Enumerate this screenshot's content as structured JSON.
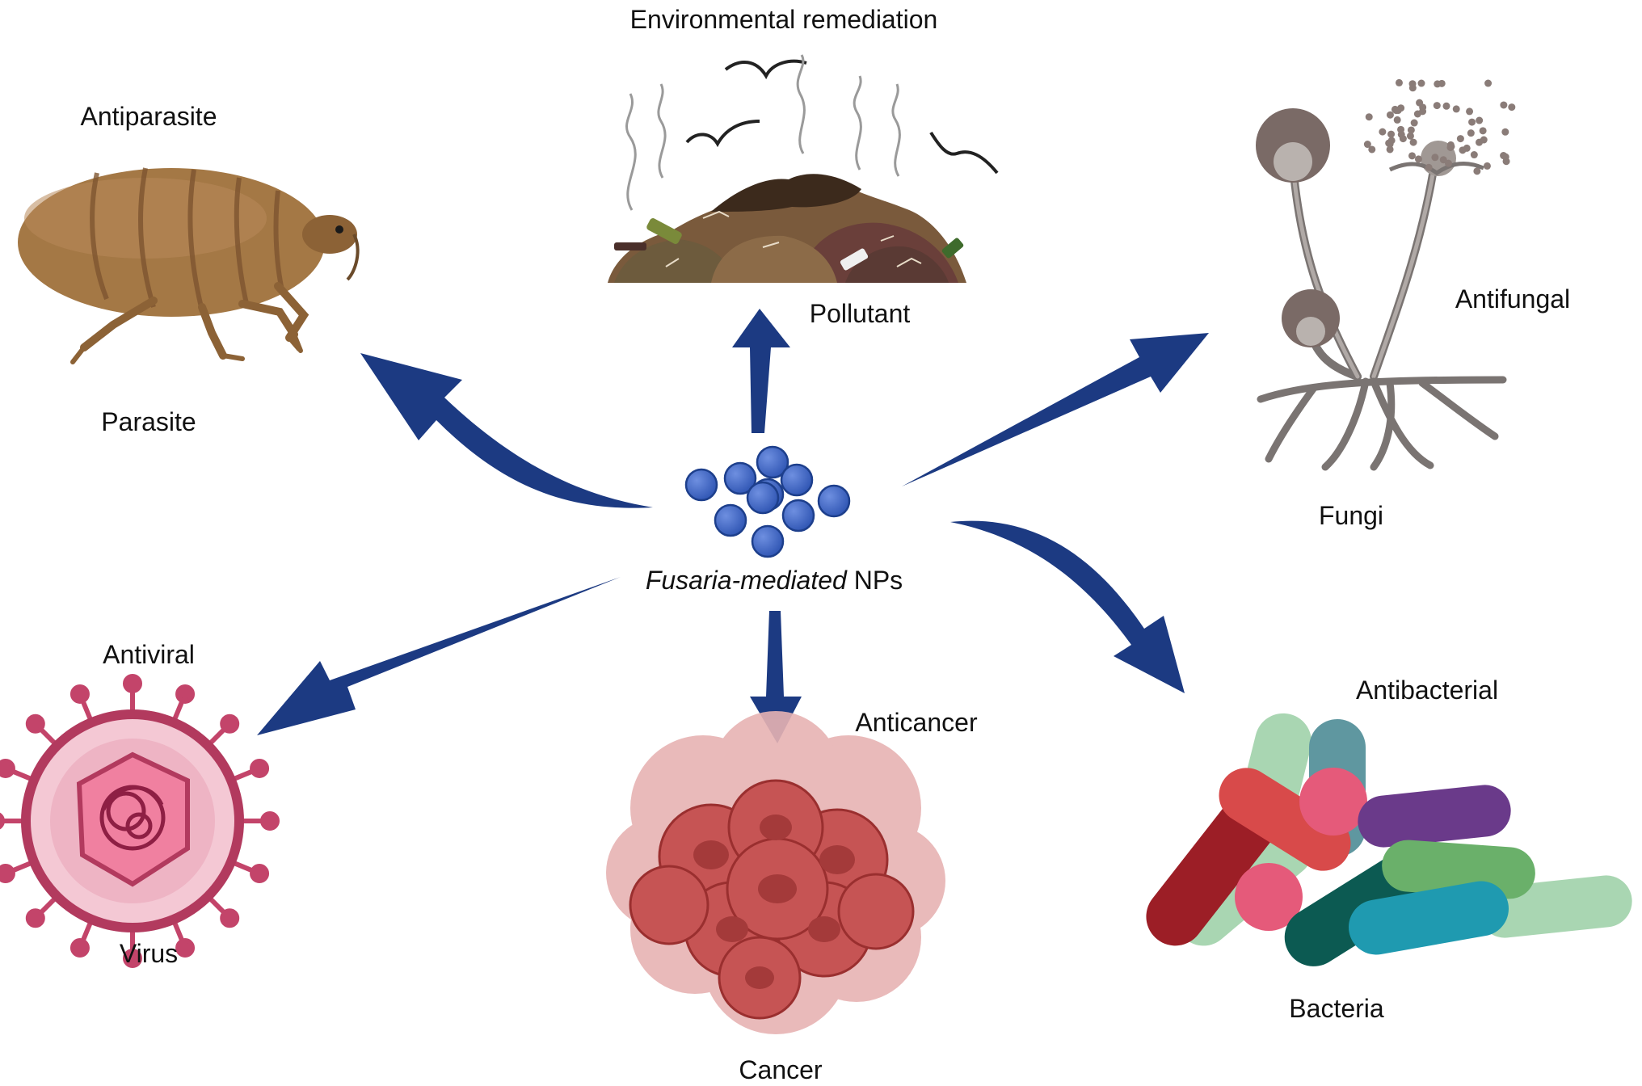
{
  "center": {
    "label_italic": "Fusaria-mediated",
    "label_plain": "NPs",
    "icon": "nanoparticle-cluster-icon",
    "particle_color": "#3f67c4"
  },
  "arrow_color": "#1c3a82",
  "applications": [
    {
      "key": "environment",
      "title": "Environmental remediation",
      "subject": "Pollutant",
      "icon": "landfill-icon"
    },
    {
      "key": "parasite",
      "title": "Antiparasite",
      "subject": "Parasite",
      "icon": "flea-icon"
    },
    {
      "key": "fungi",
      "title": "Antifungal",
      "subject": "Fungi",
      "icon": "mold-fungi-icon"
    },
    {
      "key": "virus",
      "title": "Antiviral",
      "subject": "Virus",
      "icon": "virus-icon"
    },
    {
      "key": "cancer",
      "title": "Anticancer",
      "subject": "Cancer",
      "icon": "cancer-cells-icon"
    },
    {
      "key": "bacteria",
      "title": "Antibacterial",
      "subject": "Bacteria",
      "icon": "bacteria-icon"
    }
  ]
}
